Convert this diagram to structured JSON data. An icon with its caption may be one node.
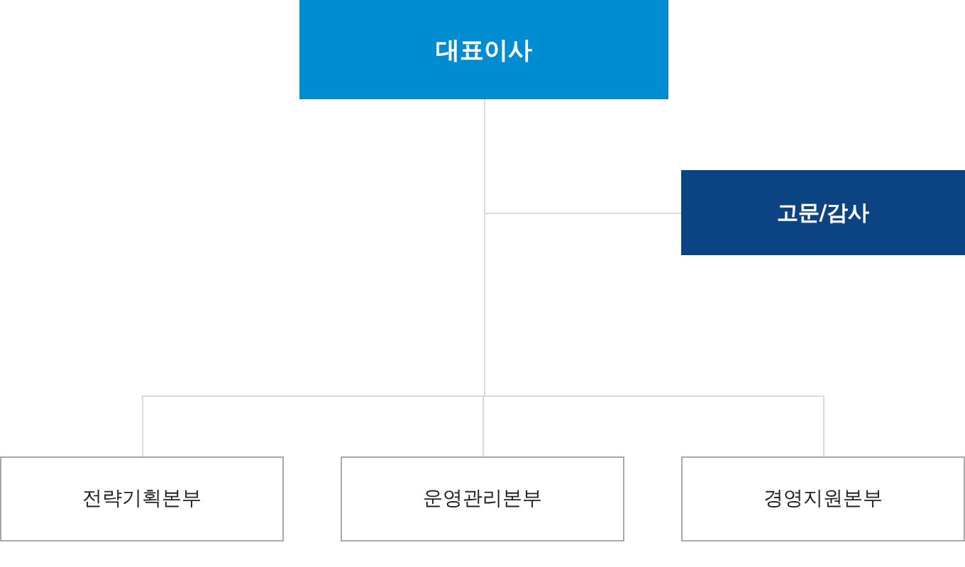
{
  "diagram": {
    "nodes": [
      {
        "text": [
          "대표이사"
        ]
      },
      {
        "text": [
          "고문/감사"
        ]
      },
      {
        "text": [
          "전략기획본부"
        ]
      },
      {
        "text": [
          "운영관리본부"
        ]
      },
      {
        "text": [
          "경영지원본부"
        ]
      }
    ],
    "edges": [
      {
        "from": 0,
        "to": 1,
        "arrow": "none"
      },
      {
        "from": 0,
        "to": 2,
        "arrow": "none"
      },
      {
        "from": 0,
        "to": 3,
        "arrow": "none"
      },
      {
        "from": 0,
        "to": 4,
        "arrow": "none"
      }
    ]
  }
}
